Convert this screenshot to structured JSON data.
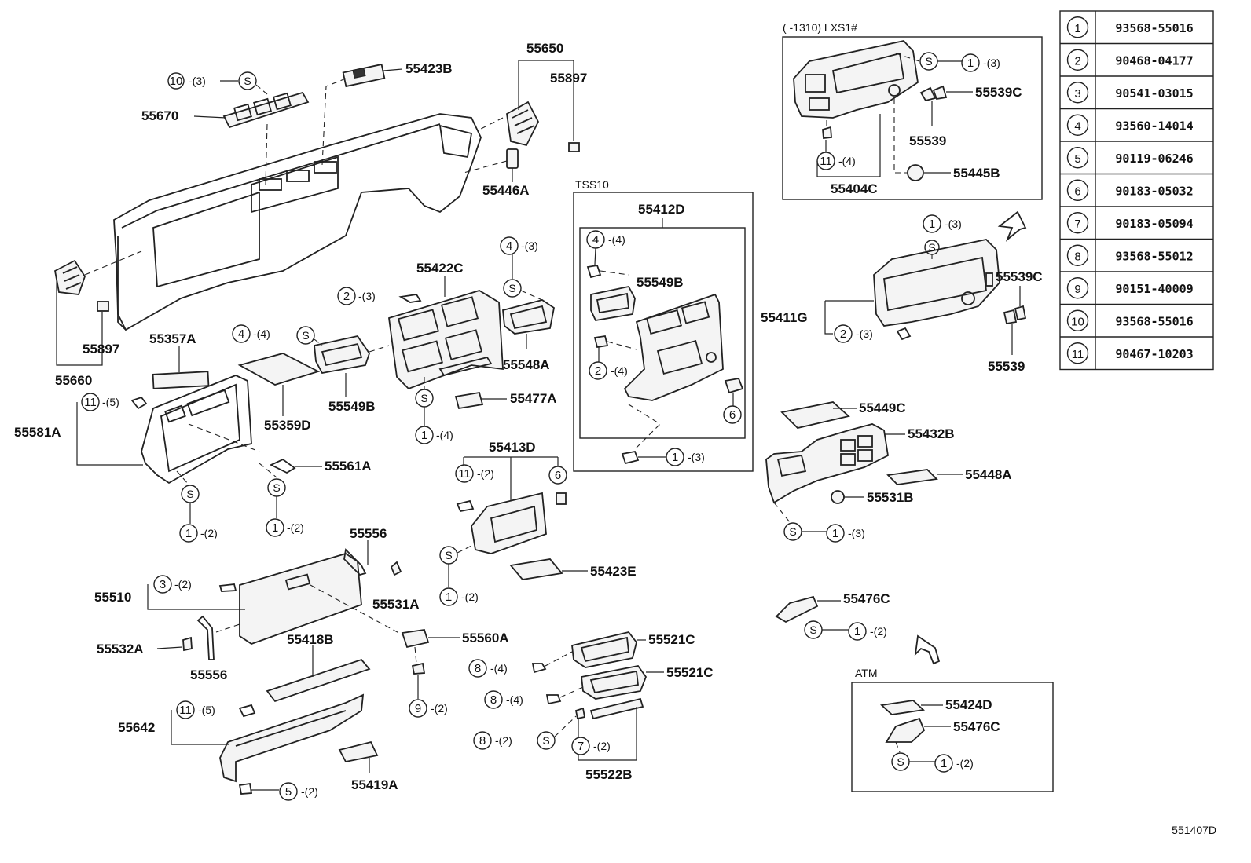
{
  "diagram": {
    "drawing_number": "551407D",
    "labels": {
      "p55650": "55650",
      "p55423B": "55423B",
      "p55897_top": "55897",
      "p55670": "55670",
      "p55446A": "55446A",
      "p55897_left": "55897",
      "p55660": "55660",
      "p55357A": "55357A",
      "p55422C": "55422C",
      "p55548A": "55548A",
      "p55549B": "55549B",
      "p55359D": "55359D",
      "p55477A": "55477A",
      "p55581A": "55581A",
      "p55561A": "55561A",
      "p55413D": "55413D",
      "p55556_top": "55556",
      "p55531A": "55531A",
      "p55510": "55510",
      "p55532A": "55532A",
      "p55556_bot": "55556",
      "p55418B": "55418B",
      "p55560A": "55560A",
      "p55423E": "55423E",
      "p55521C_a": "55521C",
      "p55521C_b": "55521C",
      "p55642": "55642",
      "p55419A": "55419A",
      "p55522B": "55522B",
      "p55412D": "55412D",
      "p55549B_tss": "55549B",
      "p55539C_top": "55539C",
      "p55539_top": "55539",
      "p55404C": "55404C",
      "p55445B": "55445B",
      "p55411G": "55411G",
      "p55539C_mid": "55539C",
      "p55539_mid": "55539",
      "p55449C": "55449C",
      "p55432B": "55432B",
      "p55448A": "55448A",
      "p55531B": "55531B",
      "p55476C_a": "55476C",
      "p55424D": "55424D",
      "p55476C_b": "55476C"
    },
    "group_labels": {
      "tss10": "TSS10",
      "atm": "ATM",
      "lxs1": "(      -1310) LXS1#"
    },
    "s_mark": "S",
    "quantities": {
      "q3": "-(3)",
      "q4": "-(4)",
      "q2": "-(2)",
      "q5": "-(5)"
    },
    "circle_nums": {
      "n1": "1",
      "n2": "2",
      "n3": "3",
      "n4": "4",
      "n5": "5",
      "n6": "6",
      "n7": "7",
      "n8": "8",
      "n9": "9",
      "n10": "10",
      "n11": "11"
    },
    "legend": [
      {
        "num": "1",
        "part": "93568-55016"
      },
      {
        "num": "2",
        "part": "90468-04177"
      },
      {
        "num": "3",
        "part": "90541-03015"
      },
      {
        "num": "4",
        "part": "93560-14014"
      },
      {
        "num": "5",
        "part": "90119-06246"
      },
      {
        "num": "6",
        "part": "90183-05032"
      },
      {
        "num": "7",
        "part": "90183-05094"
      },
      {
        "num": "8",
        "part": "93568-55012"
      },
      {
        "num": "9",
        "part": "90151-40009"
      },
      {
        "num": "10",
        "part": "93568-55016"
      },
      {
        "num": "11",
        "part": "90467-10203"
      }
    ]
  }
}
